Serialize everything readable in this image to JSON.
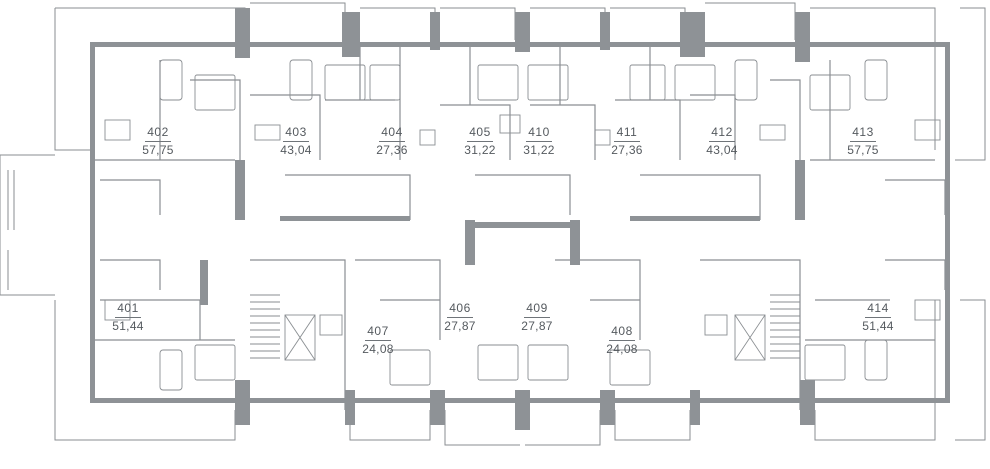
{
  "apartments": [
    {
      "number": "402",
      "area": "57,75"
    },
    {
      "number": "403",
      "area": "43,04"
    },
    {
      "number": "404",
      "area": "27,36"
    },
    {
      "number": "405",
      "area": "31,22"
    },
    {
      "number": "410",
      "area": "31,22"
    },
    {
      "number": "411",
      "area": "27,36"
    },
    {
      "number": "412",
      "area": "43,04"
    },
    {
      "number": "413",
      "area": "57,75"
    },
    {
      "number": "401",
      "area": "51,44"
    },
    {
      "number": "406",
      "area": "27,87"
    },
    {
      "number": "409",
      "area": "27,87"
    },
    {
      "number": "407",
      "area": "24,08"
    },
    {
      "number": "408",
      "area": "24,08"
    },
    {
      "number": "414",
      "area": "51,44"
    }
  ],
  "colors": {
    "wall": "#8e9296",
    "thin_line": "#8a8e92",
    "text": "#555a5f",
    "background": "#ffffff"
  }
}
